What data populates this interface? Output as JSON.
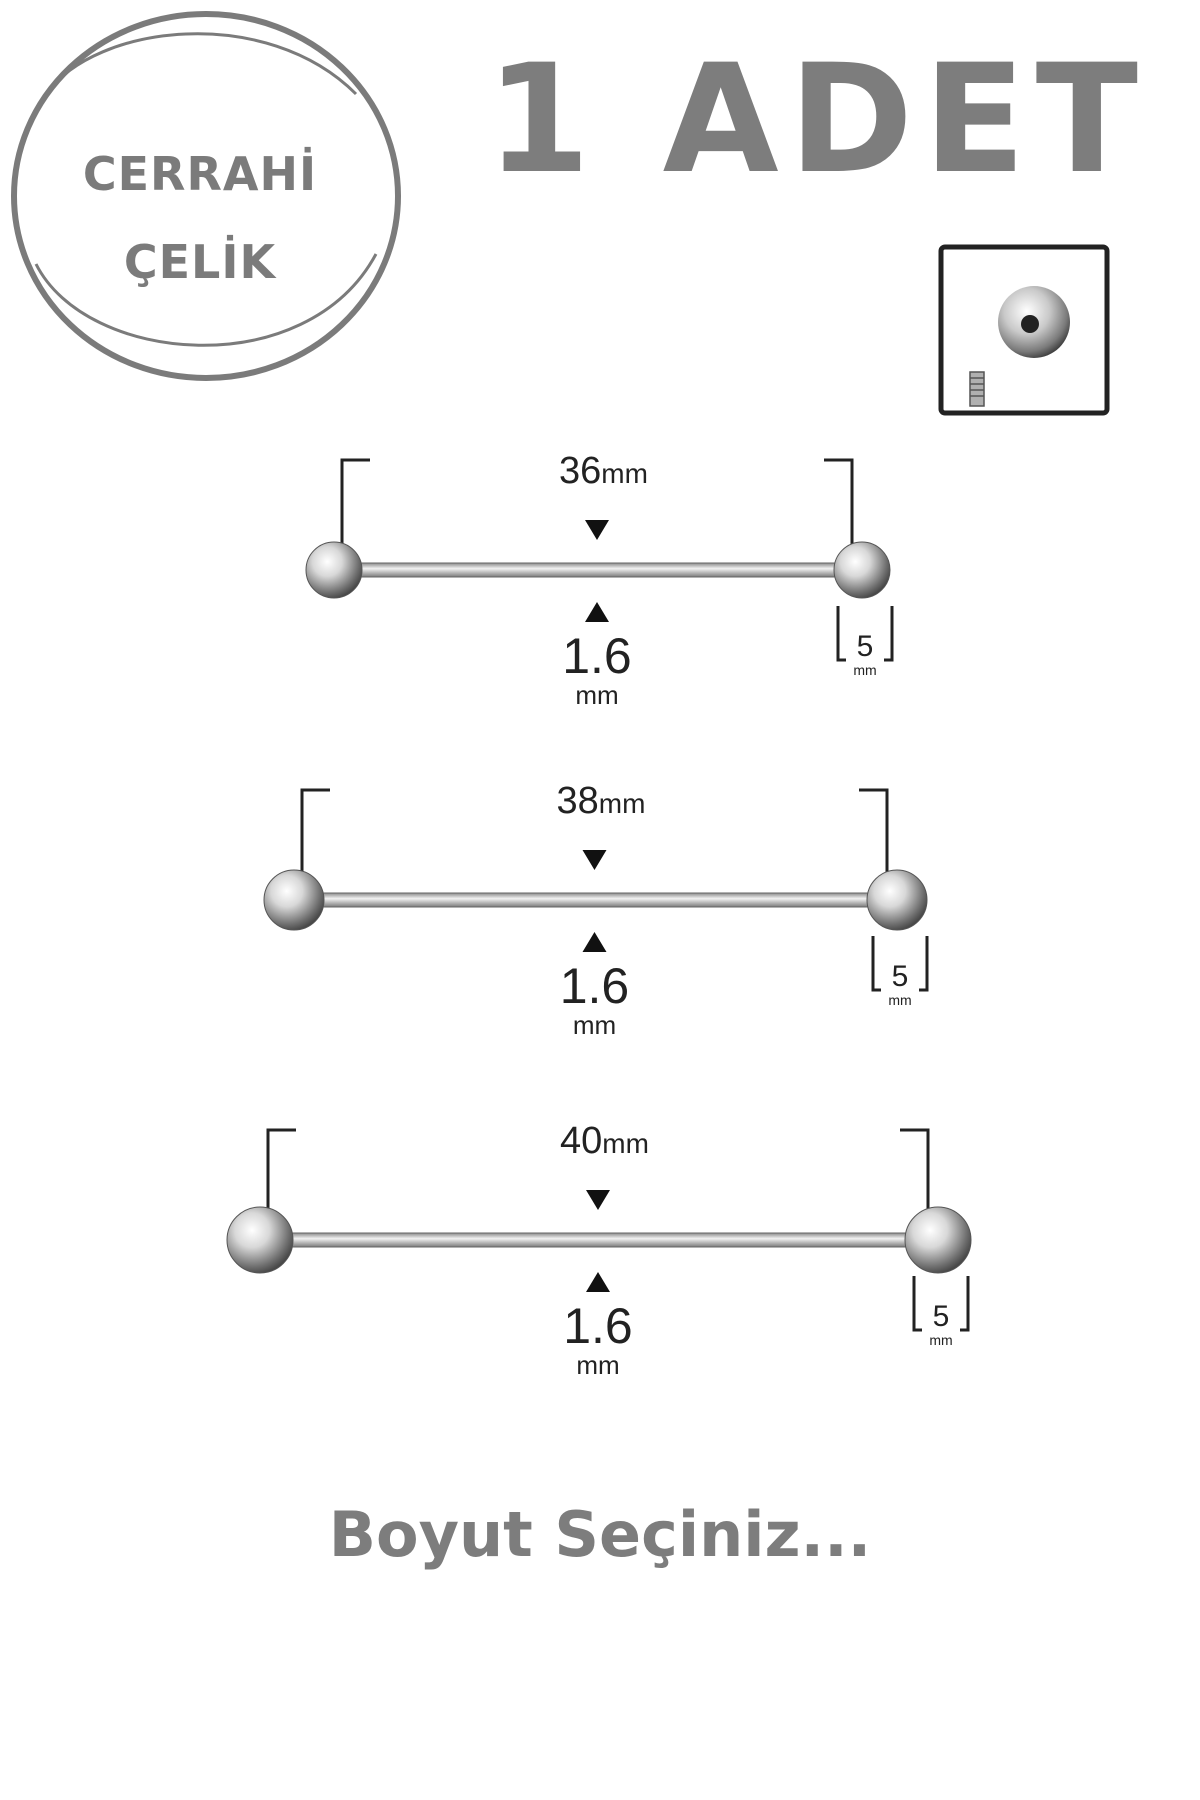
{
  "badge": {
    "line1": "CERRAHİ",
    "line2": "ÇELİK"
  },
  "headline": "1 ADET",
  "thumbnail": {
    "icon": "ball-and-screw-icon"
  },
  "barbells": [
    {
      "length_value": "36",
      "length_unit": "mm",
      "gauge_value": "1.6",
      "gauge_unit": "mm",
      "ball_value": "5",
      "ball_unit": "mm"
    },
    {
      "length_value": "38",
      "length_unit": "mm",
      "gauge_value": "1.6",
      "gauge_unit": "mm",
      "ball_value": "5",
      "ball_unit": "mm"
    },
    {
      "length_value": "40",
      "length_unit": "mm",
      "gauge_value": "1.6",
      "gauge_unit": "mm",
      "ball_value": "5",
      "ball_unit": "mm"
    }
  ],
  "footer": "Boyut Seçiniz..."
}
